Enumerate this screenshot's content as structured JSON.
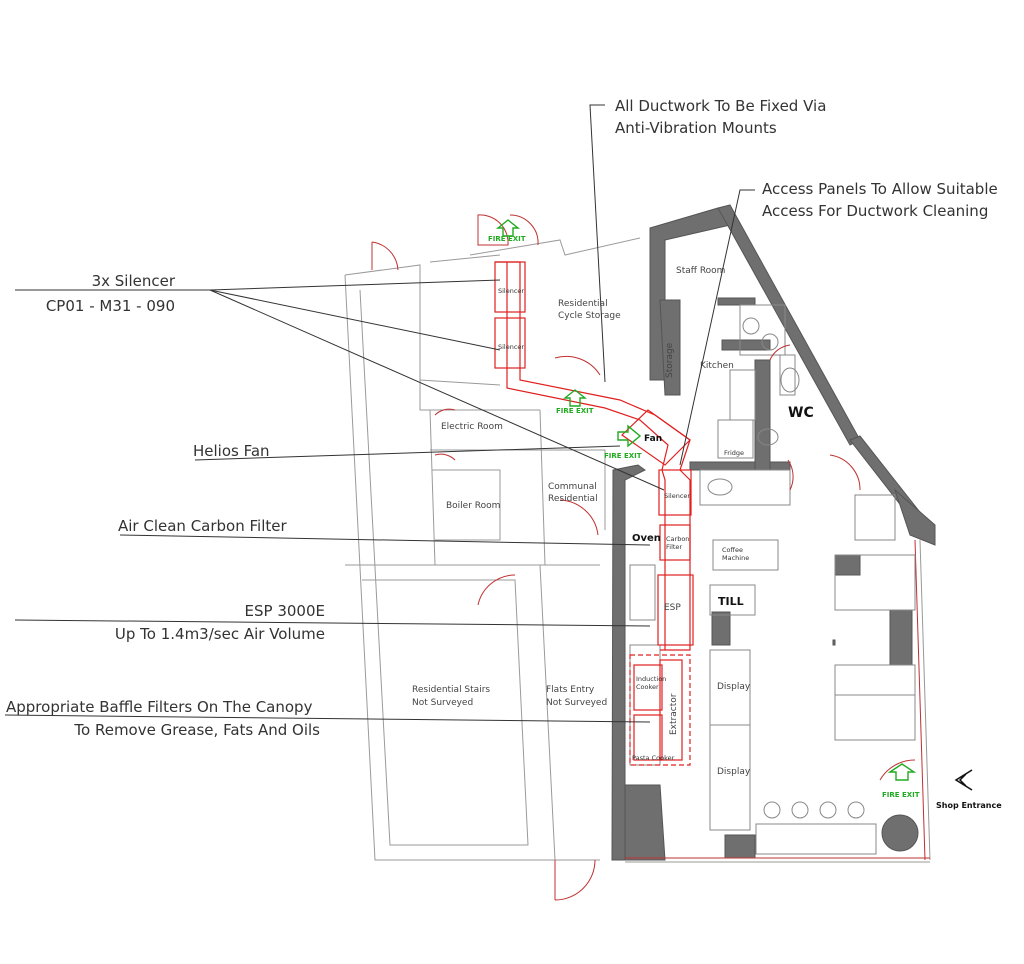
{
  "annotations": {
    "ductwork_line1": "All Ductwork To Be Fixed Via",
    "ductwork_line2": "Anti-Vibration Mounts",
    "access_line1": "Access Panels To Allow Suitable",
    "access_line2": "Access For Ductwork Cleaning",
    "silencer_line1": "3x Silencer",
    "silencer_line2": "CP01  -  M31  -  090",
    "helios_fan": "Helios Fan",
    "carbon_filter": "Air Clean Carbon Filter",
    "esp_line1": "ESP 3000E",
    "esp_line2": "Up To 1.4m3/sec Air Volume",
    "baffle_line1": "Appropriate Baffle Filters On The Canopy",
    "baffle_line2": "To Remove Grease, Fats And Oils"
  },
  "rooms": {
    "residential_cycle_line1": "Residential",
    "residential_cycle_line2": "Cycle Storage",
    "staff_room": "Staff Room",
    "storage": "Storage",
    "kitchen": "Kitchen",
    "wc": "WC",
    "fridge": "Fridge",
    "electric_room": "Electric Room",
    "boiler_room": "Boiler Room",
    "communal_line1": "Communal",
    "communal_line2": "Residential",
    "oven": "Oven",
    "till": "TILL",
    "coffee_line1": "Coffee",
    "coffee_line2": "Machine",
    "display_1": "Display",
    "display_2": "Display",
    "res_stairs_line1": "Residential Stairs",
    "res_stairs_line2": "Not Surveyed",
    "flats_line1": "Flats Entry",
    "flats_line2": "Not Surveyed",
    "shop_entrance": "Shop Entrance"
  },
  "equipment": {
    "silencer_1": "Silencer",
    "silencer_2": "Silencer",
    "silencer_3": "Silencer",
    "fan": "Fan",
    "carbon_line1": "Carbon",
    "carbon_line2": "Filter",
    "esp": "ESP",
    "induction_line1": "Induction",
    "induction_line2": "Cooker",
    "extractor": "Extractor",
    "pasta_cooker": "Pasta Cooker"
  },
  "fire_exits": {
    "top": "FIRE EXIT",
    "middle": "FIRE EXIT",
    "fan_side": "FIRE EXIT",
    "shop": "FIRE EXIT"
  },
  "colors": {
    "ductwork": "#e02020",
    "fire_exit": "#22aa22",
    "walls": "#6f6f6f",
    "outline": "#9a9a9a"
  }
}
